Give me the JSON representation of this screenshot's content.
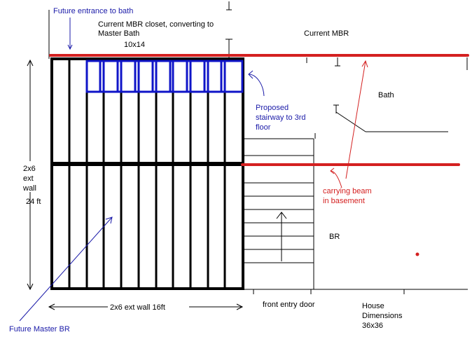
{
  "labels": {
    "future_entrance": "Future entrance to bath",
    "closet_line1": "Current MBR closet, converting to",
    "closet_line2": "Master Bath",
    "closet_size": "10x14",
    "current_mbr": "Current MBR",
    "bath": "Bath",
    "stair_line1": "Proposed",
    "stair_line2": "stairway to 3rd",
    "stair_line3": "floor",
    "wall_line1": "2x6",
    "wall_line2": "ext",
    "wall_line3": "wall",
    "wall_length": "24 ft",
    "beam_line1": "carrying beam",
    "beam_line2": "in basement",
    "br": "BR",
    "ext_wall_16": "2x6 ext wall 16ft",
    "front_entry": "front entry door",
    "house_line1": "House",
    "house_line2": "Dimensions",
    "house_line3": "36x36",
    "future_master": "Future Master BR"
  },
  "colors": {
    "blue_text": "#1a1aa8",
    "red": "#d42020",
    "framing": "#000000",
    "stair_blue": "#0f14c8"
  }
}
